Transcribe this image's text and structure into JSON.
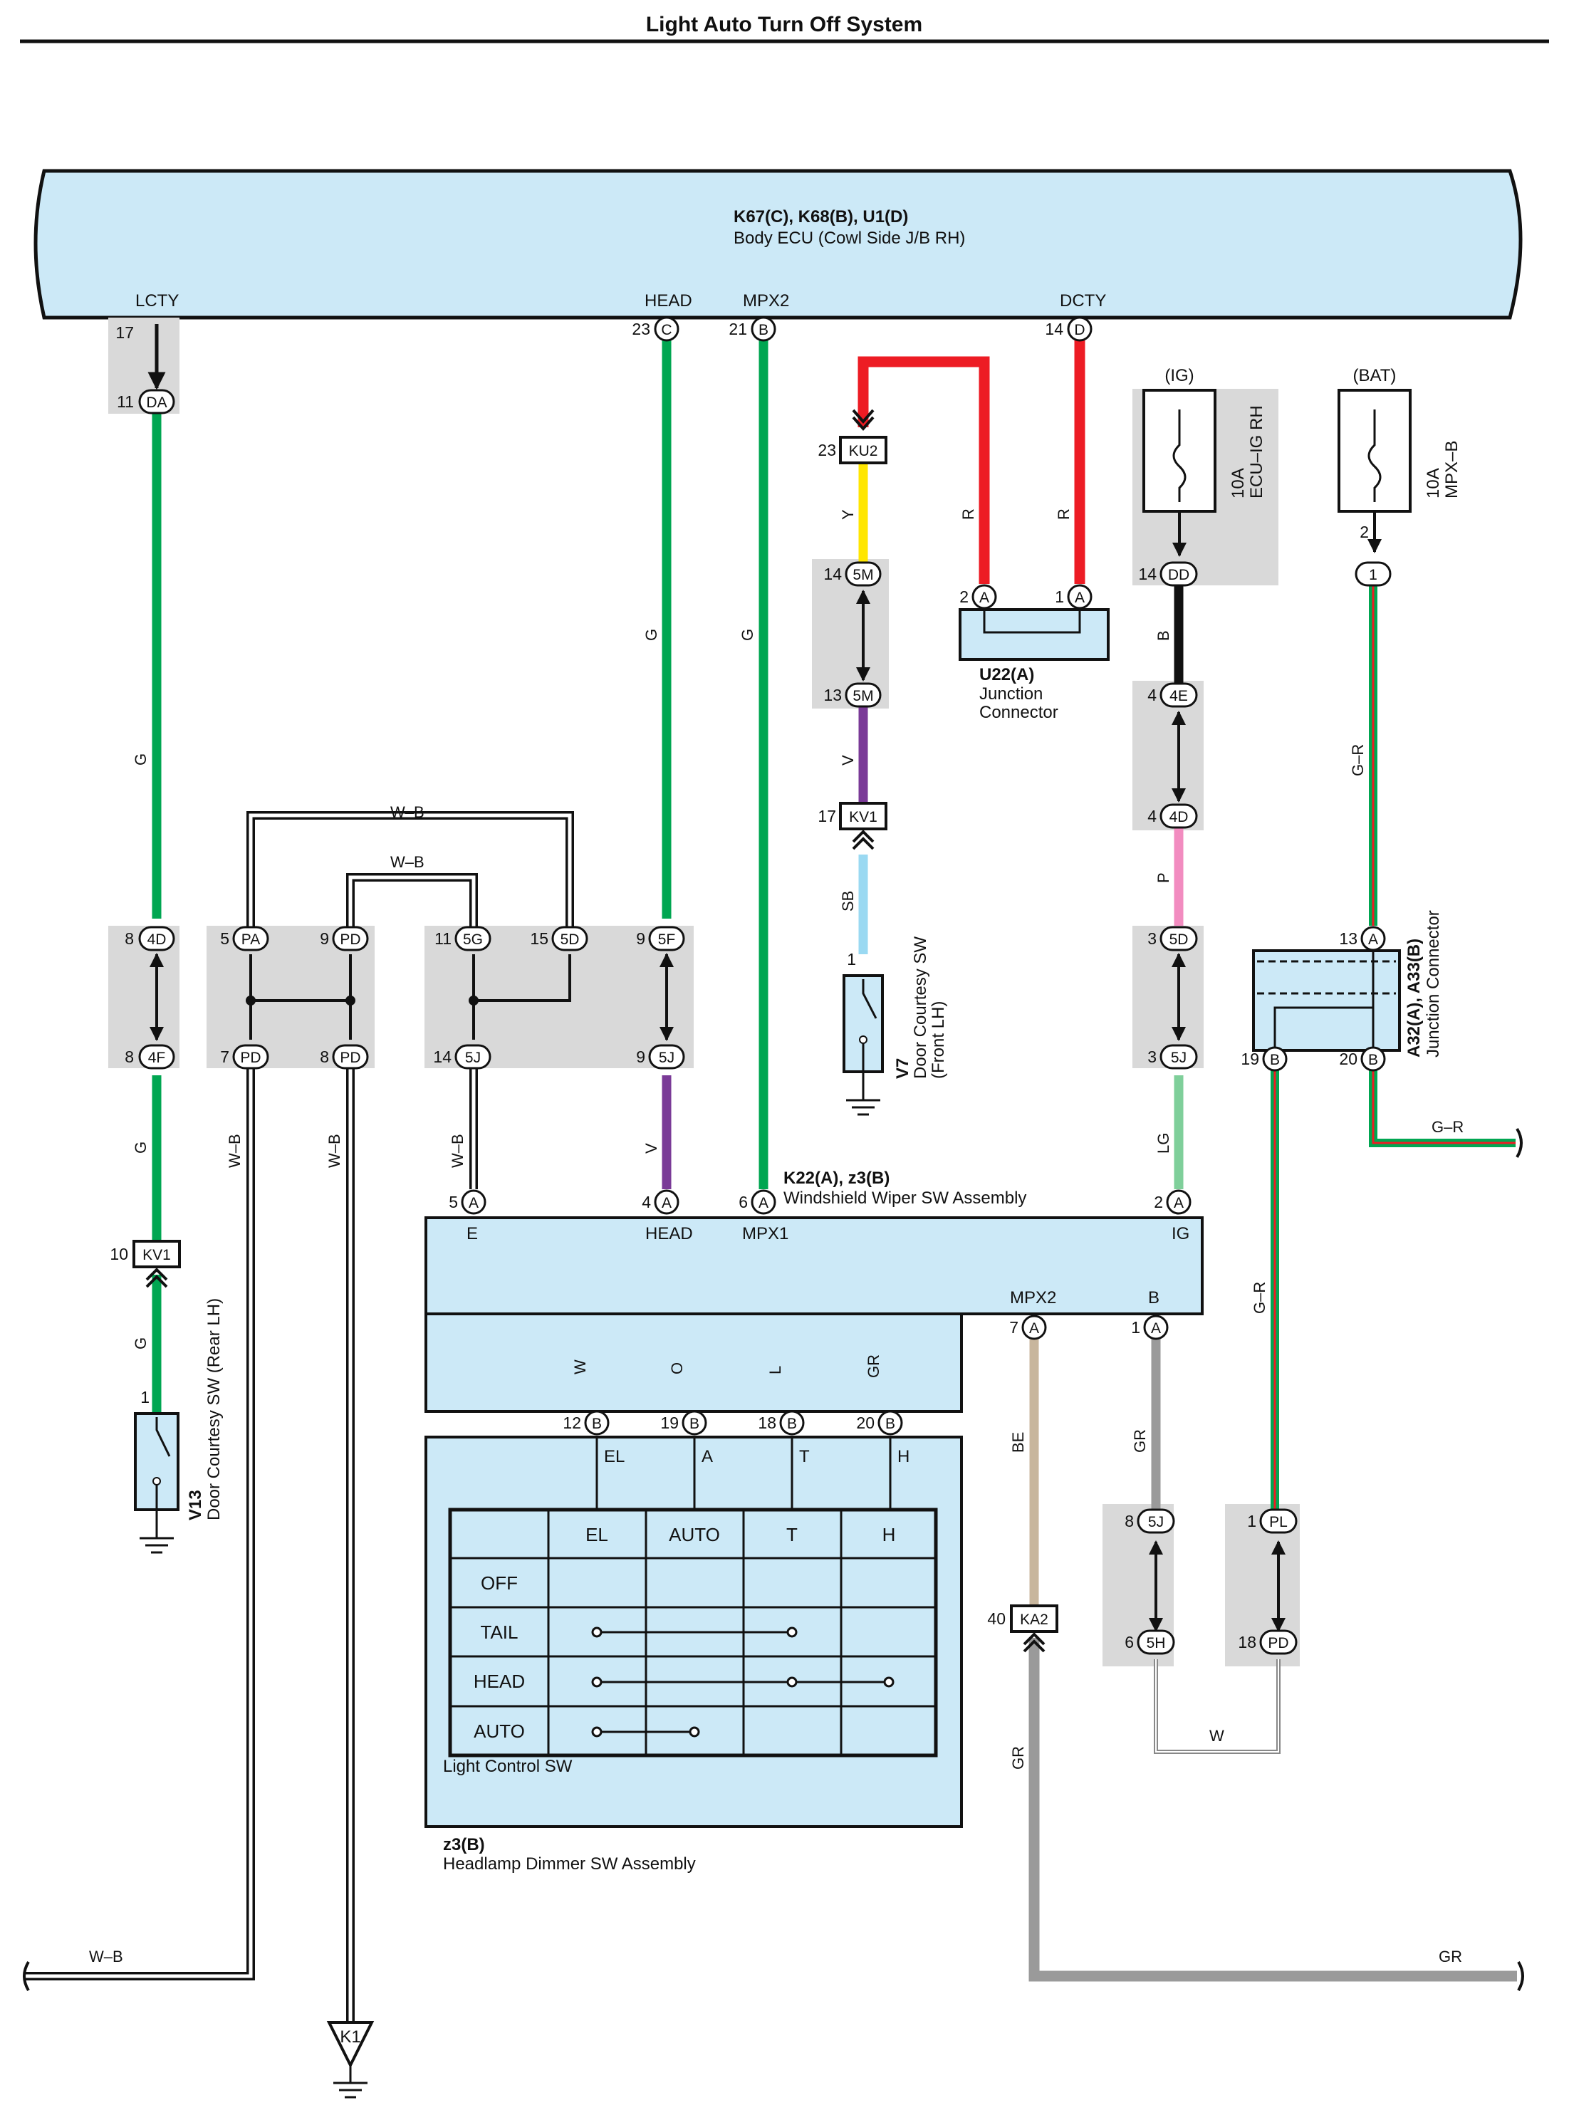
{
  "title": "Light Auto Turn Off System",
  "body_ecu": {
    "id": "K67(C), K68(B), U1(D)",
    "name": "Body ECU (Cowl Side J/B RH)",
    "terminals": {
      "lcty": "LCTY",
      "head": "HEAD",
      "mpx2": "MPX2",
      "dcty": "DCTY"
    }
  },
  "wiper_sw": {
    "id": "K22(A), z3(B)",
    "name": "Windshield Wiper SW Assembly",
    "terminals": {
      "e": "E",
      "head": "HEAD",
      "mpx1": "MPX1",
      "ig": "IG",
      "mpx2": "MPX2",
      "b": "B"
    }
  },
  "dimmer_sw": {
    "id": "z3(B)",
    "name": "Headlamp Dimmer SW Assembly",
    "terminals": {
      "el": "EL",
      "a": "A",
      "t": "T",
      "h": "H"
    },
    "wire_colors": {
      "w": "W",
      "o": "O",
      "l": "L",
      "gr": "GR"
    }
  },
  "light_control_sw": {
    "label": "Light Control SW",
    "columns": [
      "EL",
      "AUTO",
      "T",
      "H"
    ],
    "rows": [
      "OFF",
      "TAIL",
      "HEAD",
      "AUTO"
    ]
  },
  "junction_u22": {
    "id": "U22(A)",
    "line1": "Junction",
    "line2": "Connector"
  },
  "junction_a32": {
    "id": "A32(A), A33(B)",
    "name": "Junction Connector"
  },
  "door_sw_front": {
    "id": "V7",
    "line1": "Door Courtesy SW",
    "line2": "(Front LH)"
  },
  "door_sw_rear": {
    "id": "V13",
    "name": "Door Courtesy SW (Rear LH)"
  },
  "fuse_ig": {
    "header": "(IG)",
    "rating": "10A",
    "name": "ECU–IG RH"
  },
  "fuse_bat": {
    "header": "(BAT)",
    "rating": "10A",
    "name": "MPX–B"
  },
  "ground_k1": "K1",
  "pins": {
    "p17": "17",
    "p11": "11",
    "p23": "23",
    "p21": "21",
    "p14": "14",
    "p8": "8",
    "p5": "5",
    "p9": "9",
    "p15": "15",
    "p3": "3",
    "p13": "13",
    "p7": "7",
    "p4": "4",
    "p6": "6",
    "p2": "2",
    "p1": "1",
    "p10": "10",
    "p12": "12",
    "p19": "19",
    "p18": "18",
    "p20": "20",
    "p40": "40"
  },
  "connectors": {
    "DA": "DA",
    "C": "C",
    "B": "B",
    "D": "D",
    "4D": "4D",
    "4F": "4F",
    "PA": "PA",
    "PD": "PD",
    "5G": "5G",
    "5D": "5D",
    "5F": "5F",
    "5J": "5J",
    "A": "A",
    "5M": "5M",
    "DD": "DD",
    "4E": "4E",
    "PL": "PL",
    "5H": "5H",
    "KU2": "KU2",
    "KV1": "KV1",
    "KA2": "KA2"
  },
  "wire_labels": {
    "G": "G",
    "WB": "W–B",
    "V": "V",
    "Y": "Y",
    "R": "R",
    "SB": "SB",
    "Bk": "B",
    "P": "P",
    "LG": "LG",
    "GR_line": "G–R",
    "BE": "BE",
    "GR": "GR",
    "W": "W"
  },
  "colors": {
    "ecu_fill": "#cce9f7",
    "connector_bg": "#d9d9d9",
    "green": "#00a651",
    "violet": "#7a3a97",
    "red": "#ed1c24",
    "yellow": "#ffe600",
    "sky_blue": "#9ad9f2",
    "pink": "#f28cc0",
    "light_green": "#7fcf9a",
    "beige": "#c8b69d",
    "gray": "#9a9a9a",
    "orange": "#f7941d",
    "blue": "#00a2e8"
  }
}
